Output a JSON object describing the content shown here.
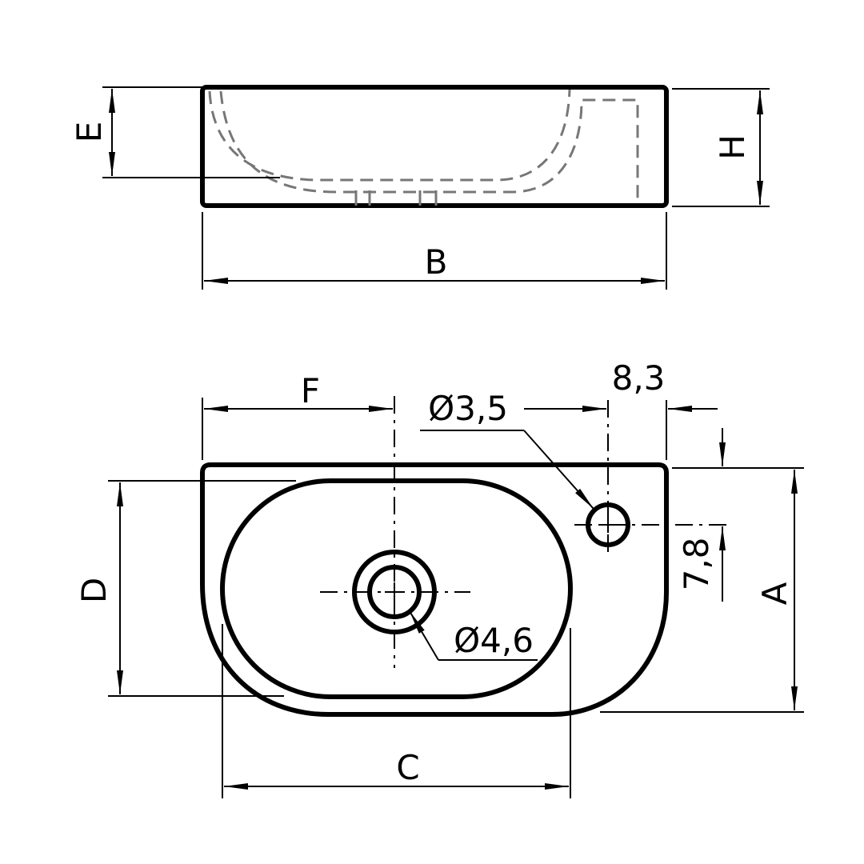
{
  "labels": {
    "A": "A",
    "B": "B",
    "C": "C",
    "D": "D",
    "E": "E",
    "F": "F",
    "H": "H",
    "tap_hole_diameter": "Ø3,5",
    "drain_diameter": "Ø4,6",
    "tap_offset_x": "8,3",
    "tap_offset_y": "7,8"
  }
}
